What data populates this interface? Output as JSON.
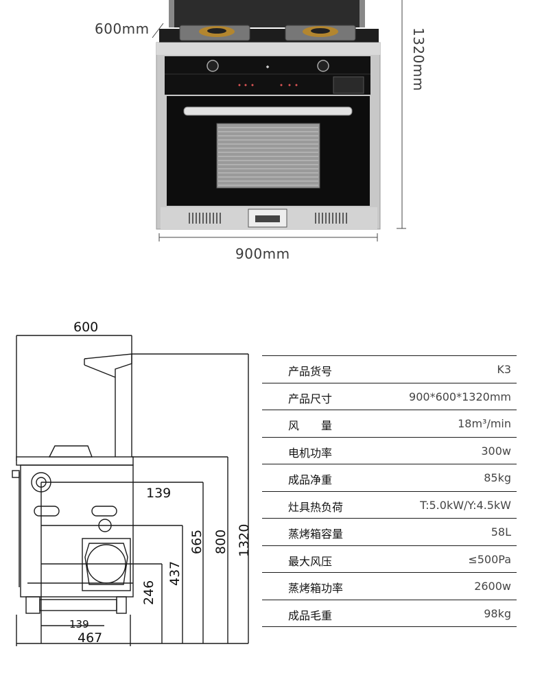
{
  "product_photo": {
    "depth_label": "600mm",
    "height_label": "1320mm",
    "width_label": "900mm"
  },
  "drawing": {
    "top_label": "600",
    "dim_139_upper": "139",
    "dim_665": "665",
    "dim_800": "800",
    "dim_1320": "1320",
    "dim_437": "437",
    "dim_246": "246",
    "dim_139_lower": "139",
    "dim_467": "467"
  },
  "specs": [
    {
      "key": "产品货号",
      "value": "K3"
    },
    {
      "key": "产品尺寸",
      "value": "900*600*1320mm"
    },
    {
      "key": "风　　量",
      "value": "18m³/min"
    },
    {
      "key": "电机功率",
      "value": "300w"
    },
    {
      "key": "成品净重",
      "value": "85kg"
    },
    {
      "key": "灶具热负荷",
      "value": "T:5.0kW/Y:4.5kW"
    },
    {
      "key": "蒸烤箱容量",
      "value": "58L"
    },
    {
      "key": "最大风压",
      "value": "≤500Pa"
    },
    {
      "key": "蒸烤箱功率",
      "value": "2600w"
    },
    {
      "key": "成品毛重",
      "value": "98kg"
    }
  ]
}
